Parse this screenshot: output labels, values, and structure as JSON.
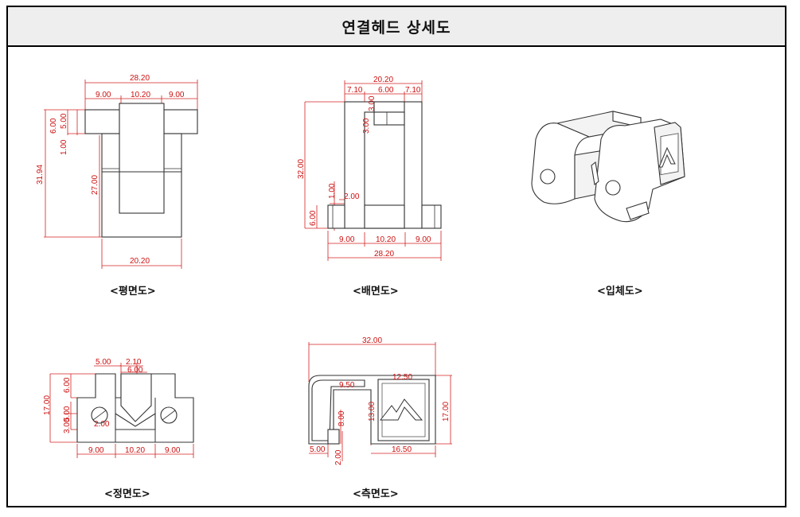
{
  "title": "연결헤드 상세도",
  "views": {
    "plan": {
      "caption": "<평면도>",
      "dims": {
        "overall": "28.20",
        "left": "9.00",
        "mid": "10.20",
        "right": "9.00",
        "h6": "6.00",
        "h5": "5.00",
        "h1": "1.00",
        "h3194": "31.94",
        "h27": "27.00",
        "bottom": "20.20"
      }
    },
    "back": {
      "caption": "<배면도>",
      "dims": {
        "top": "20.20",
        "t71a": "7.10",
        "t6": "6.00",
        "t71b": "7.10",
        "v3a": "3.00",
        "v3b": "3.00",
        "h32": "32.00",
        "v1": "1.00",
        "h2": "2.00",
        "v6": "6.00",
        "b9a": "9.00",
        "b102": "10.20",
        "b9b": "9.00",
        "b282": "28.20"
      }
    },
    "iso": {
      "caption": "<입체도>"
    },
    "front": {
      "caption": "<정면도>",
      "dims": {
        "t5": "5.00",
        "t21": "2.10",
        "t6": "6.00",
        "v17": "17.00",
        "v6": "6.00",
        "v5": "5.00",
        "v3": "3.00",
        "c2": "2.00",
        "b9a": "9.00",
        "b102": "10.20",
        "b9b": "9.00"
      }
    },
    "side": {
      "caption": "<측면도>",
      "dims": {
        "top": "32.00",
        "d95": "9.50",
        "d125": "12.50",
        "v8": "8.00",
        "v13": "13.00",
        "v17": "17.00",
        "b5": "5.00",
        "v2": "2.00",
        "b165": "16.50"
      }
    }
  }
}
